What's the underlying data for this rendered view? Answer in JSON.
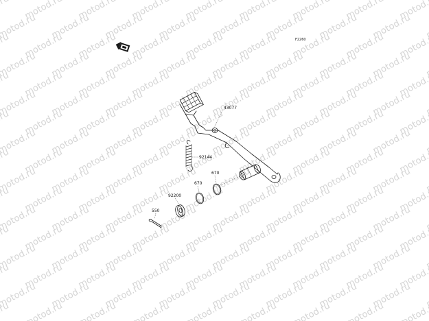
{
  "diagram": {
    "code": "F2260",
    "watermark": "motod.ru",
    "parts": [
      {
        "id": "brake-pedal",
        "number": "43077"
      },
      {
        "id": "return-spring",
        "number": "92144"
      },
      {
        "id": "o-ring-upper",
        "number": "670"
      },
      {
        "id": "o-ring-lower",
        "number": "670"
      },
      {
        "id": "washer",
        "number": "92200"
      },
      {
        "id": "cotter-pin",
        "number": "550"
      }
    ]
  }
}
